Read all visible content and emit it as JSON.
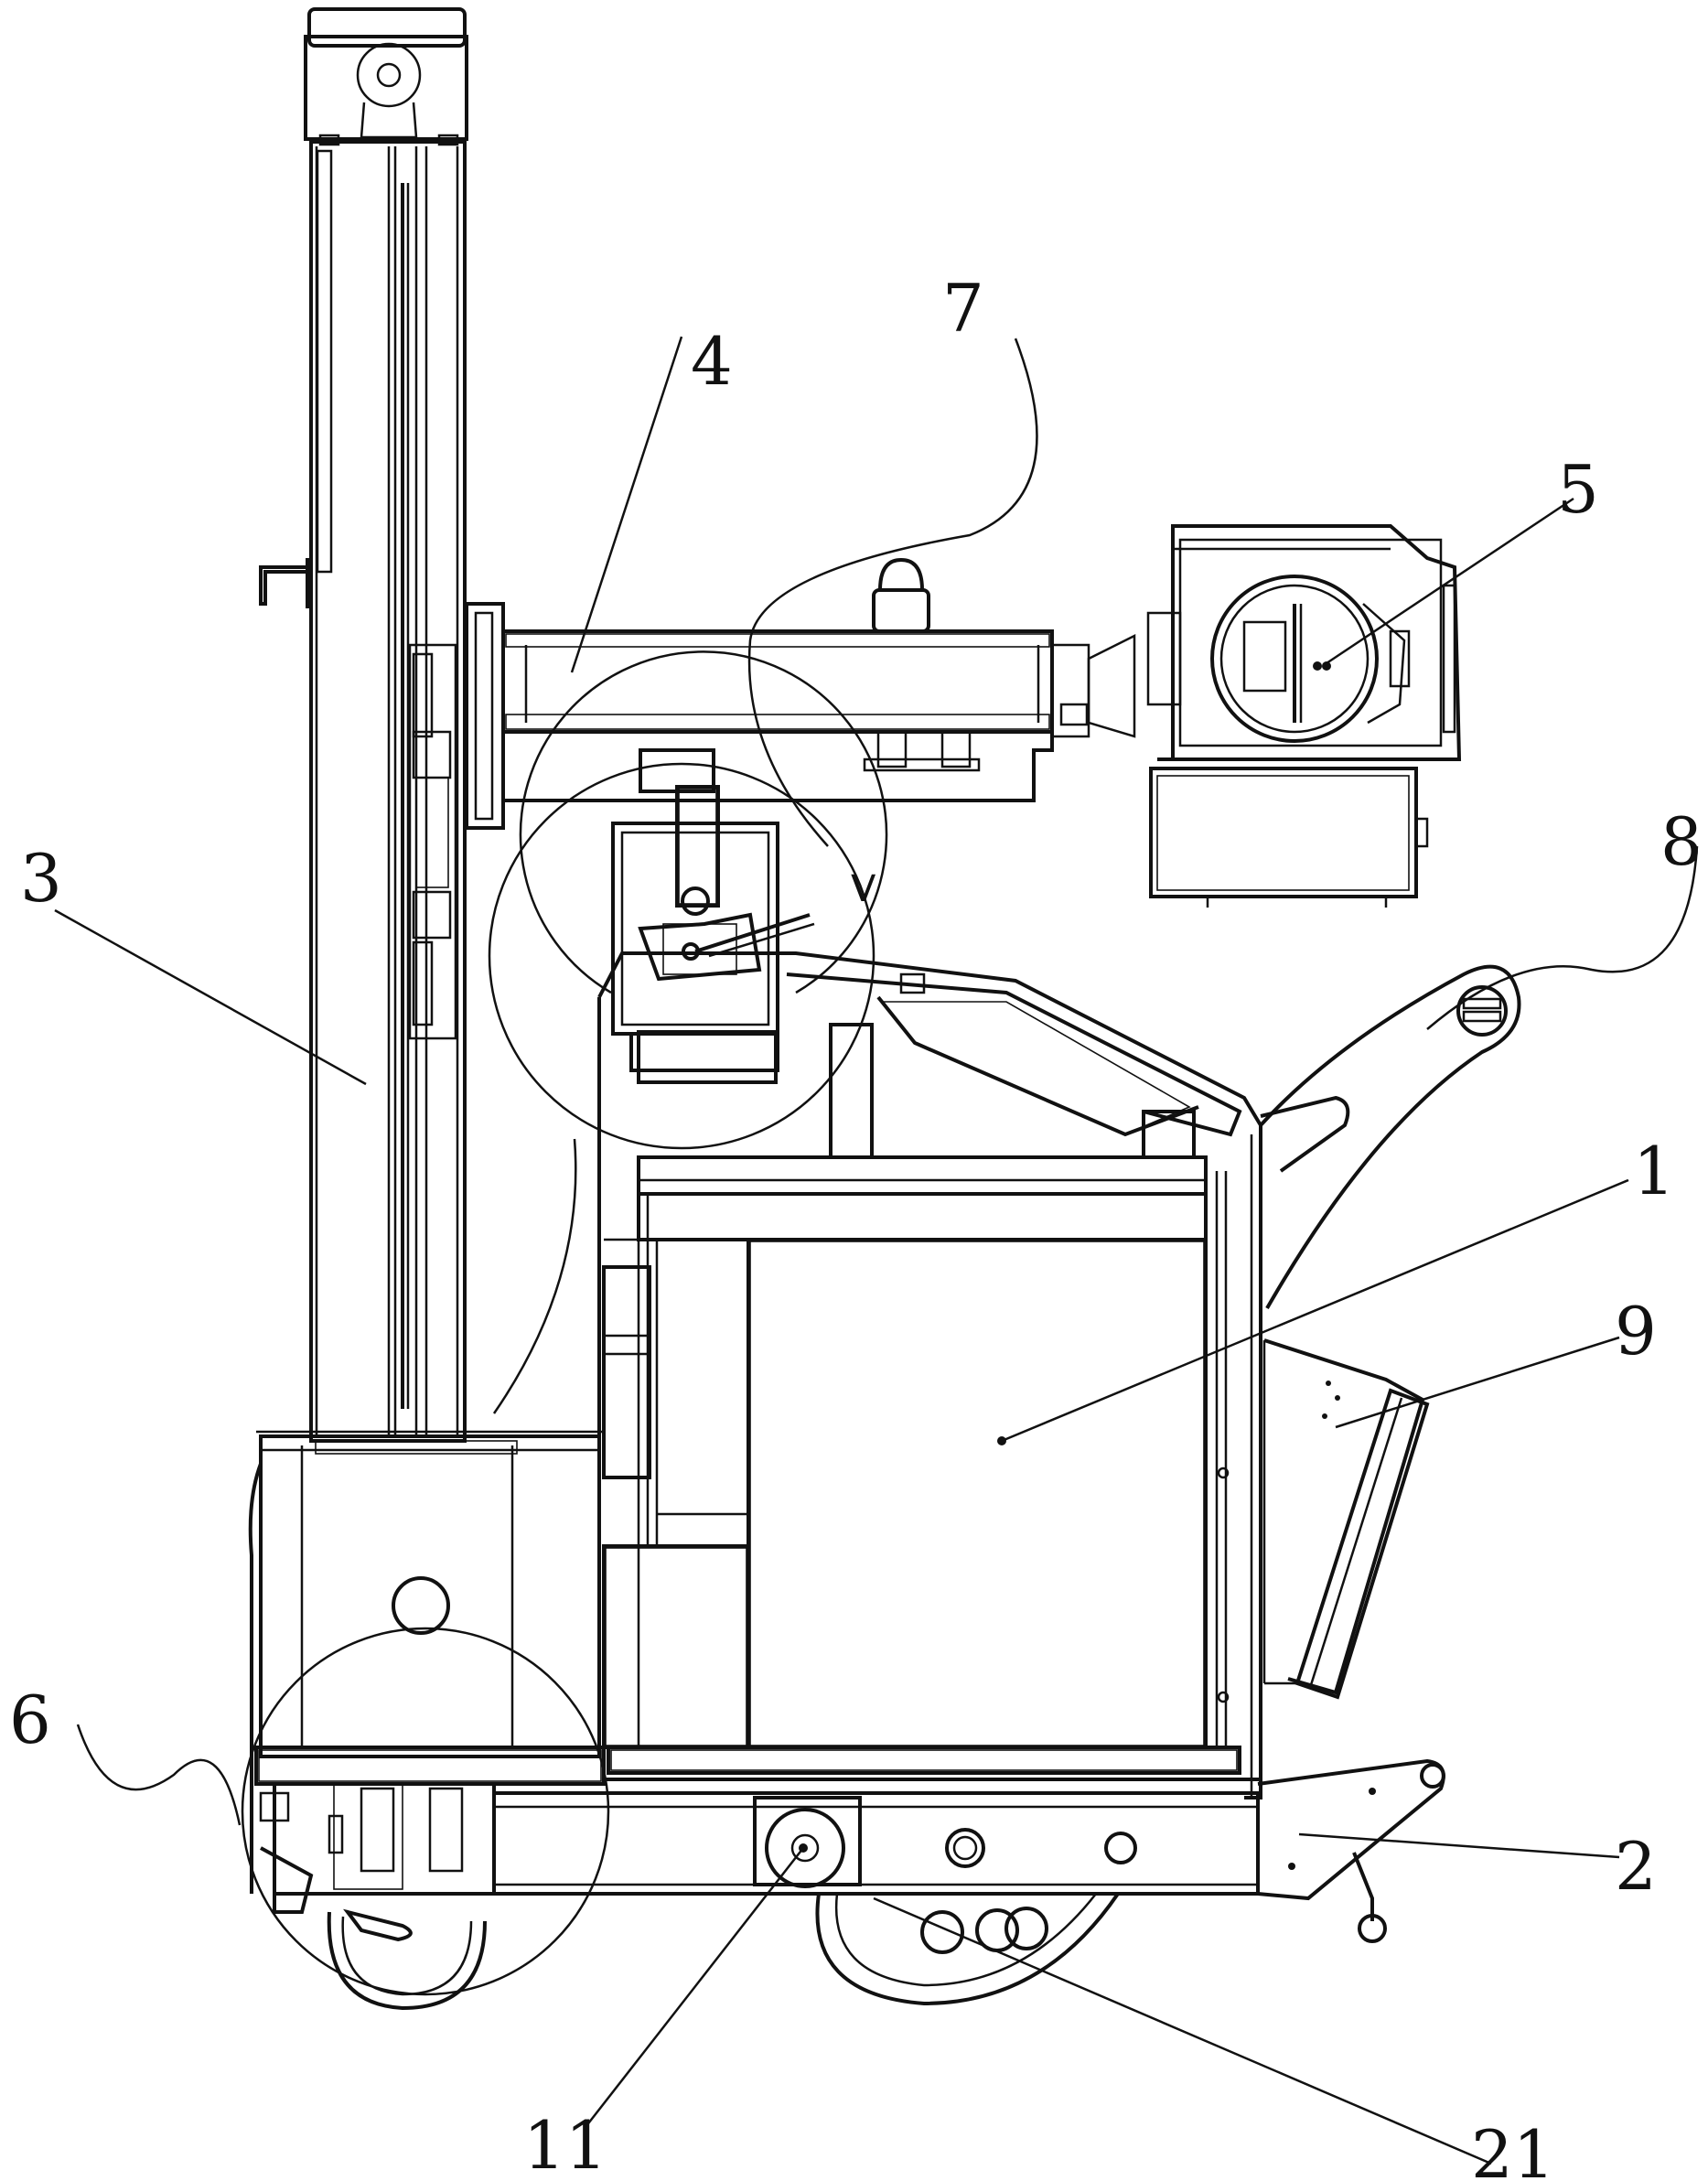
{
  "figure": {
    "callouts": {
      "c1": "1",
      "c2": "2",
      "c3": "3",
      "c4": "4",
      "c5": "5",
      "c6": "6",
      "c7": "7",
      "c8": "8",
      "c9": "9",
      "c11": "11",
      "c21": "21"
    },
    "detail_mark": "V"
  },
  "colors": {
    "line": "#111111",
    "background": "#ffffff"
  }
}
